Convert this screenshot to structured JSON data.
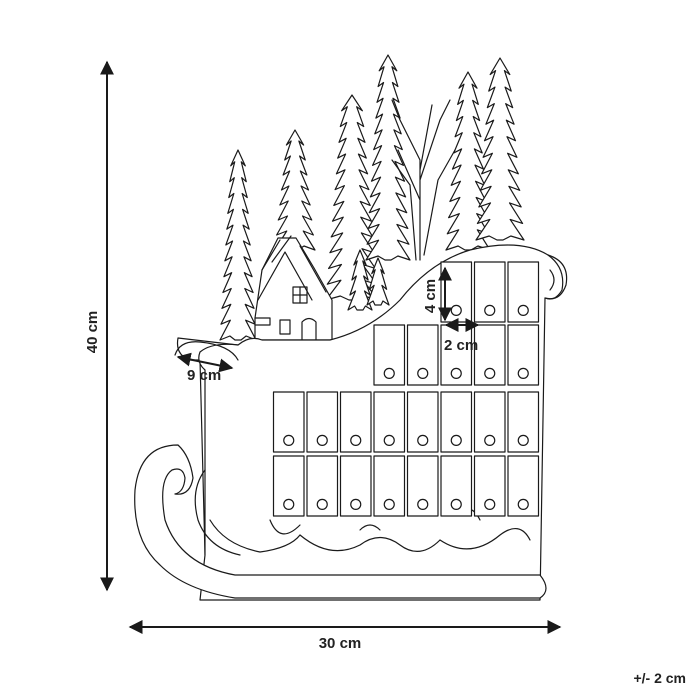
{
  "dimensions": {
    "height": "40 cm",
    "width": "30 cm",
    "side_depth": "9 cm",
    "drawer_height": "4 cm",
    "drawer_width": "2 cm"
  },
  "tolerance": "+/- 2 cm",
  "drawer_grid": {
    "rows": 4,
    "top_row_columns": 3,
    "second_row_columns": 5,
    "lower_row_columns": 8,
    "total_drawers": 24
  }
}
